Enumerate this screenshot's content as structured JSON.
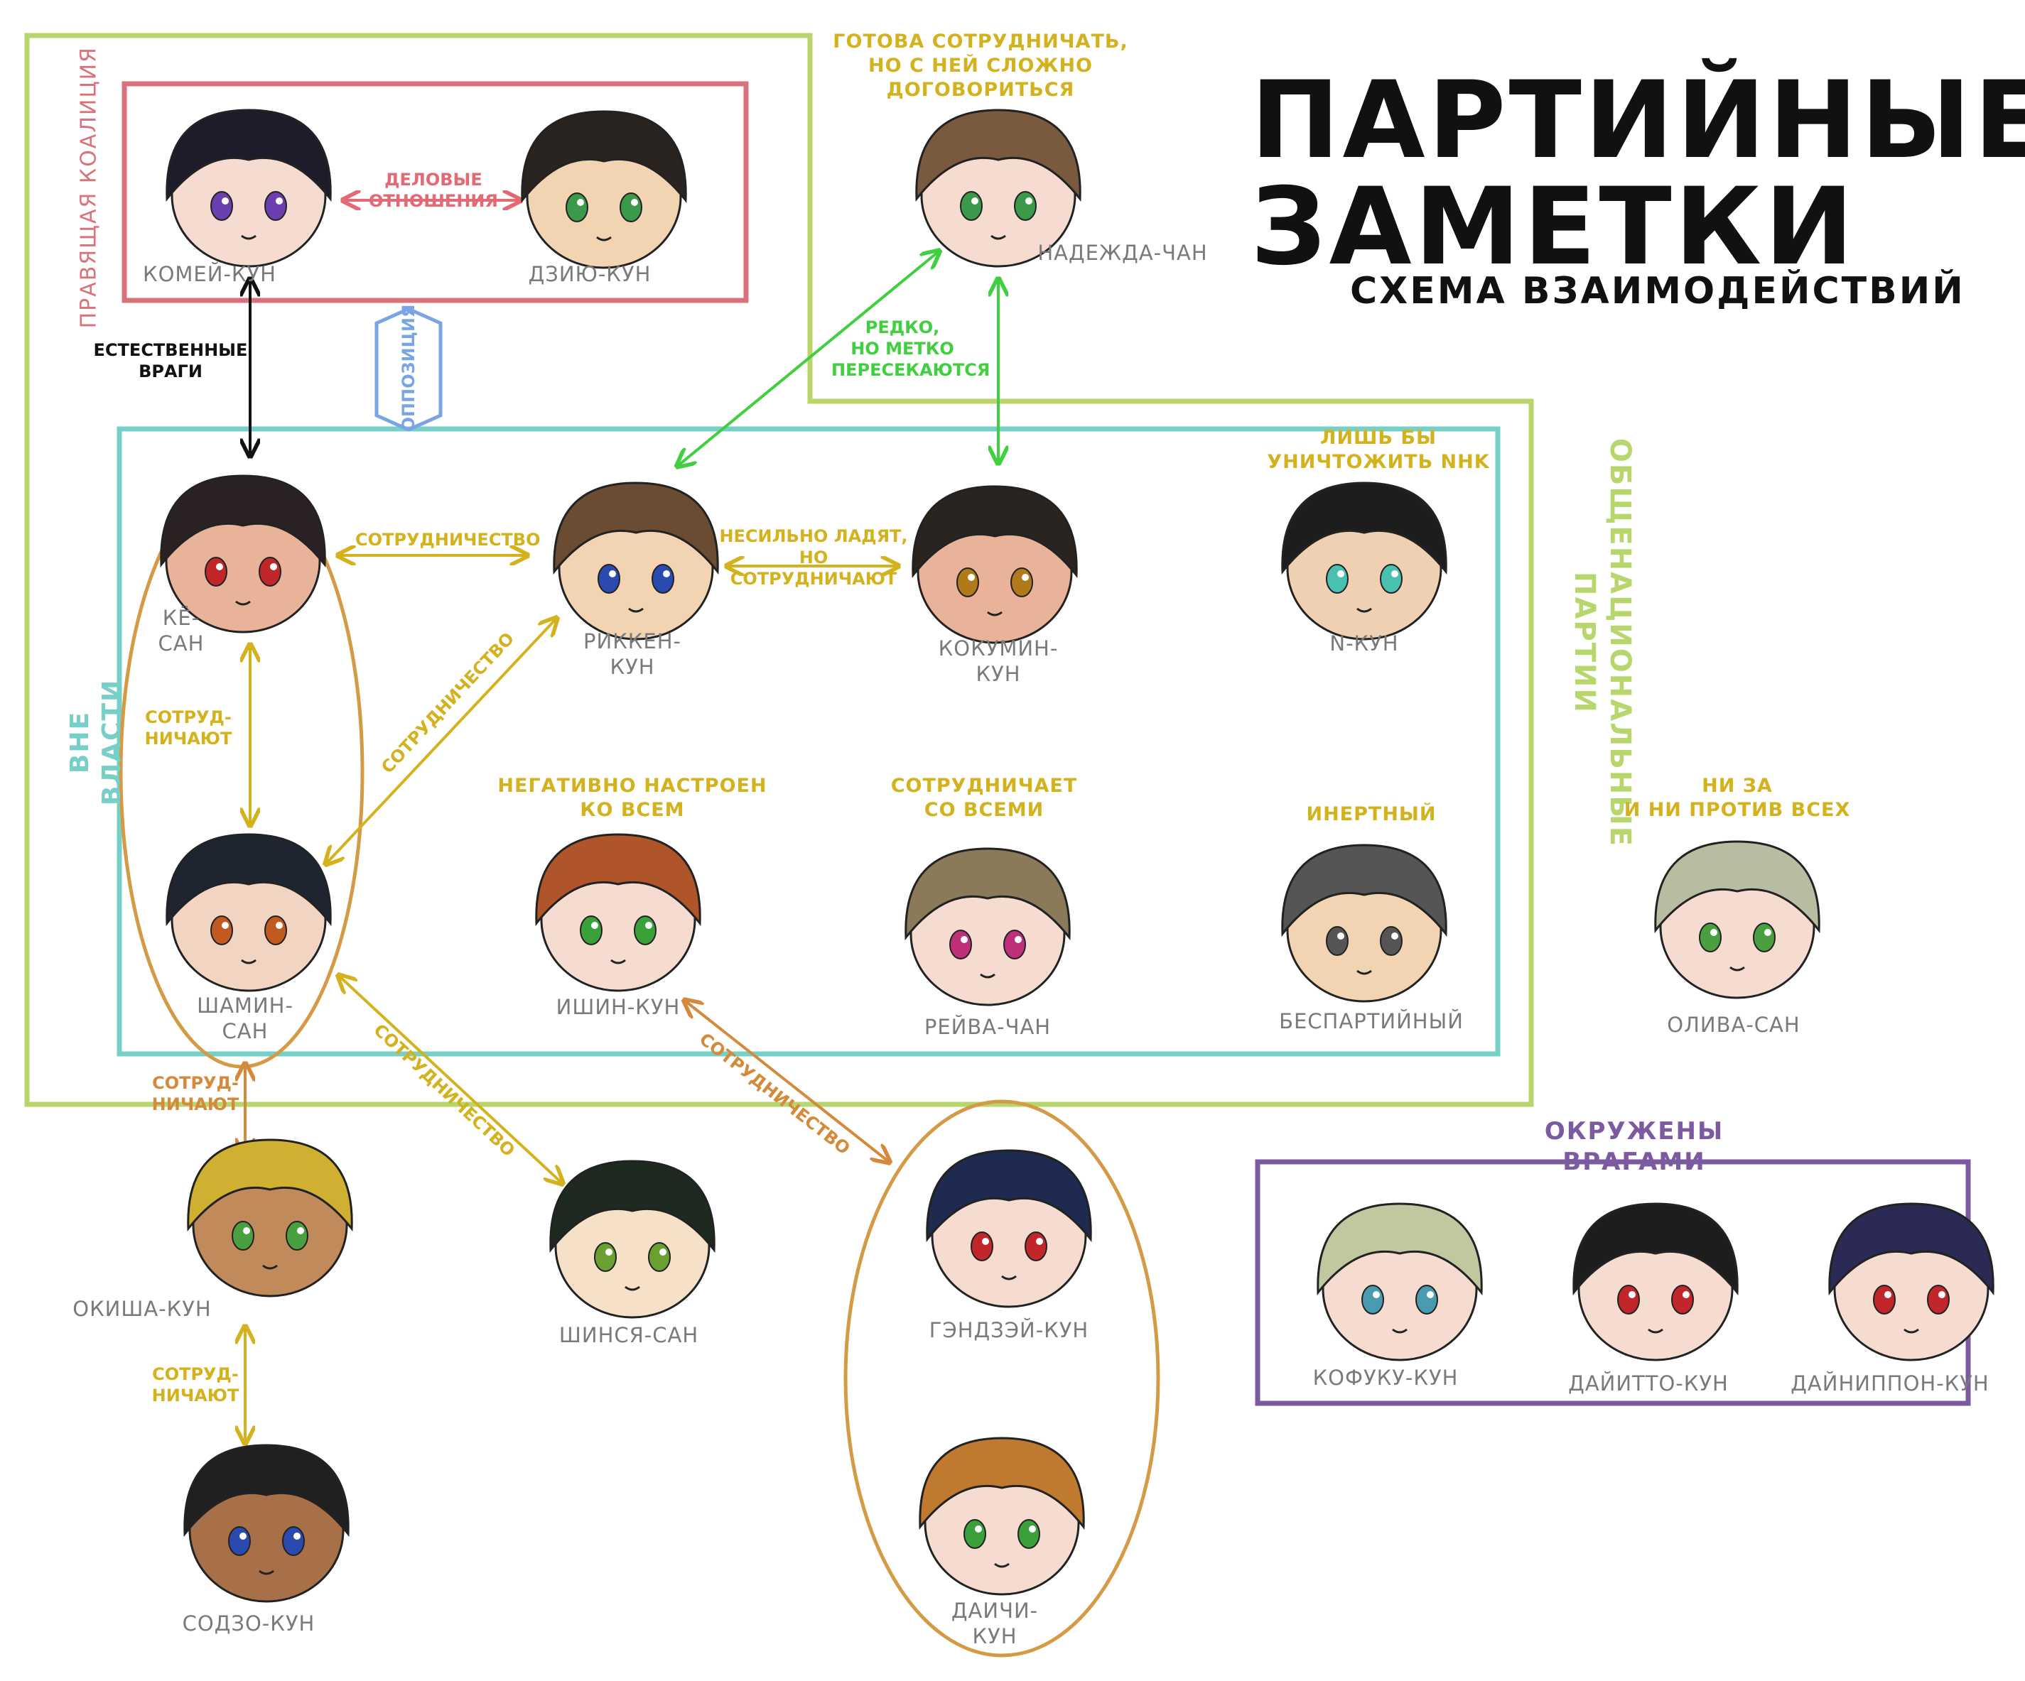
{
  "title": "ПАРТИЙНЫЕ\nЗАМЕТКИ",
  "subtitle": "СХЕМА ВЗАИМОДЕЙСТВИЙ",
  "colors": {
    "coalition": "#d9727a",
    "national": "#b7d66b",
    "out_of_power": "#77d0c8",
    "orange_group": "#d59a45",
    "enemies": "#7c5aa0",
    "opposition_arrow": "#7aa5e5",
    "green_arrow": "#3fcf3f",
    "yellow": "#d4b21e",
    "orange_arrow": "#d48a3a",
    "black_arrow": "#111111"
  },
  "groups": {
    "coalition": "ПРАВЯЩАЯ КОАЛИЦИЯ",
    "national": "ОБЩЕНАЦИОНАЛЬНЫЕ ПАРТИИ",
    "out_of_power": "ВНЕ ВЛАСТИ",
    "enemies": "ОКРУЖЕНЫ ВРАГАМИ"
  },
  "characters": {
    "komei": "КОМЕЙ-КУН",
    "dzyu": "ДЗИЮ-КУН",
    "nadezhda": "НАДЕЖДА-ЧАН",
    "keo": "КЁ-\nСАН",
    "rikken": "РИККЕН-КУН",
    "kokumin": "КОКУМИН-КУН",
    "n": "N-КУН",
    "shamin": "ШАМИН-\nСАН",
    "ishin": "ИШИН-КУН",
    "reiva": "РЕЙВА-ЧАН",
    "bespart": "БЕСПАРТИЙНЫЙ",
    "oliva": "ОЛИВА-САН",
    "okisha": "ОКИША-КУН",
    "shinsya": "ШИНСЯ-САН",
    "gendzei": "ГЭНДЗЭЙ-КУН",
    "sodzo": "СОДЗО-КУН",
    "daichi": "ДАИЧИ-\nКУН",
    "kofuku": "КОФУКУ-КУН",
    "daitto": "ДАЙИТТО-КУН",
    "dainippon": "ДАЙНИППОН-КУН"
  },
  "notes": {
    "nadezhda": "ГОТОВА СОТРУДНИЧАТЬ,\nНО С НЕЙ СЛОЖНО\nДОГОВОРИТЬСЯ",
    "n": "ЛИШЬ БЫ\nУНИЧТОЖИТЬ NHK",
    "ishin": "НЕГАТИВНО НАСТРОЕН\nКО ВСЕМ",
    "reiva": "СОТРУДНИЧАЕТ\nСО ВСЕМИ",
    "bespart": "ИНЕРТНЫЙ",
    "oliva": "НИ ЗА\nИ НИ ПРОТИВ ВСЕХ"
  },
  "relations": {
    "business": "ДЕЛОВЫЕ\nОТНОШЕНИЯ",
    "enemies": "ЕСТЕСТВЕННЫЕ\nВРАГИ",
    "opposition": "ОППОЗИЦИЯ",
    "rarely": "РЕДКО,\nНО МЕТКО\nПЕРЕСЕКАЮТСЯ",
    "keo_rikken": "СОТРУДНИЧЕСТВО",
    "rikken_kokumin": "НЕСИЛЬНО ЛАДЯТ,\nНО СОТРУДНИЧАЮТ",
    "keo_shamin": "СОТРУД-\nНИЧАЮТ",
    "shamin_rikken": "СОТРУДНИЧЕСТВО",
    "shamin_okisha": "СОТРУД-\nНИЧАЮТ",
    "shamin_shinsya": "СОТРУДНИЧЕСТВО",
    "ishin_gendzei": "СОТРУДНИЧЕСТВО",
    "okisha_sodzo": "СОТРУД-\nНИЧАЮТ"
  }
}
